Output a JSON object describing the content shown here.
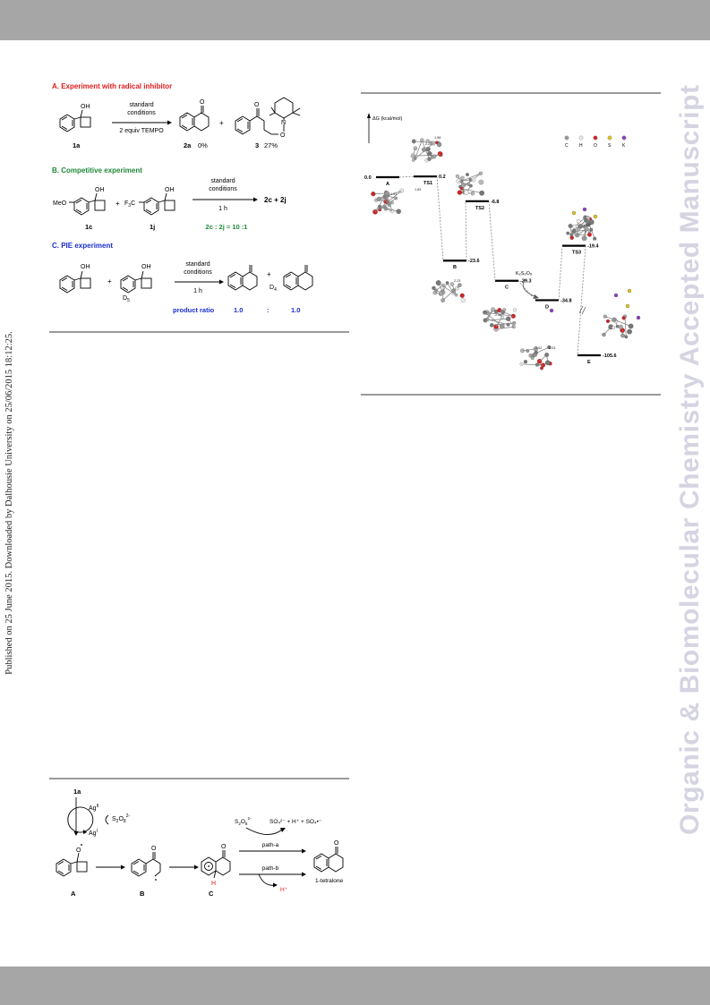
{
  "side_text": "Published on 25 June 2015. Downloaded by Dalhousie University on 25/06/2015 18:12:25.",
  "watermark": "Organic & Biomolecular Chemistry Accepted Manuscript",
  "sectionA": {
    "title": "A. Experiment with radical inhibitor",
    "color": "#e11d1d",
    "reagent_top": "standard",
    "reagent_mid": "conditions",
    "reagent_bottom": "2 equiv TEMPO",
    "sub_oh": "OH",
    "plus": "+",
    "n_label": "N",
    "o_label": "O",
    "label_1a": "1a",
    "label_2a": "2a",
    "yield_2a": "0%",
    "label_3": "3",
    "yield_3": "27%"
  },
  "sectionB": {
    "title": "B. Competitive experiment",
    "color": "#1f8a3a",
    "meo": "MeO",
    "f3c": "F",
    "f3c_sub": "3",
    "f3c_end": "C",
    "oh": "OH",
    "plus": "+",
    "reagent_top": "standard",
    "reagent_mid": "conditions",
    "reagent_bottom": "1 h",
    "products": "2c  +  2j",
    "label_1c": "1c",
    "label_1j": "1j",
    "ratio": "2c : 2j = 10 :1"
  },
  "sectionC": {
    "title": "C. PIE experiment",
    "color": "#1a2fd0",
    "oh": "OH",
    "plus": "+",
    "d5": "D",
    "d5_sub": "5",
    "d4": "D",
    "d4_sub": "4",
    "reagent_top": "standard",
    "reagent_mid": "conditions",
    "reagent_bottom": "1 h",
    "ratio_label": "product ratio",
    "ratio_left": "1.0",
    "ratio_colon": ":",
    "ratio_right": "1.0"
  },
  "energy": {
    "ylabel": "ΔG (kcal/mol)",
    "legend": [
      "C",
      "H",
      "O",
      "S",
      "K"
    ],
    "legend_colors": [
      "#9a9a9a",
      "#e8e8e8",
      "#d42020",
      "#e0c020",
      "#8a3fbf"
    ],
    "states": [
      {
        "name": "A",
        "value": "0.0"
      },
      {
        "name": "TS1",
        "value": "0.2"
      },
      {
        "name": "B",
        "value": "-23.6"
      },
      {
        "name": "TS2",
        "value": "-6.8"
      },
      {
        "name": "C",
        "value": "-29.3"
      },
      {
        "name": "D",
        "value": "-34.8"
      },
      {
        "name": "TS3",
        "value": "-19.4"
      },
      {
        "name": "E",
        "value": "-105.6"
      }
    ],
    "reagent": "K₂S₂O₈",
    "distances": [
      "1.98",
      "2.28",
      "1.83",
      "2.23",
      "2.22",
      "1.51",
      "1.92",
      "1.18",
      "2.02",
      "2.03"
    ]
  },
  "mechanism": {
    "start": "1a",
    "ag2": "Ag",
    "ag2_sup": "II",
    "ag1": "Ag",
    "ag1_sup": "I",
    "persulfate": "S",
    "persulfate_sub": "2",
    "persulfate_o": "O",
    "persulfate_osub": "8",
    "persulfate_sup": "2-",
    "byproducts": "SO₄²⁻ + H⁺ + SO₄•⁻",
    "path_a": "path-a",
    "path_b": "path-b",
    "h_plus": "H⁺",
    "h_atom": "H",
    "label_A": "A",
    "label_B": "B",
    "label_C": "C",
    "product": "1-tetralone",
    "o_label": "O"
  }
}
